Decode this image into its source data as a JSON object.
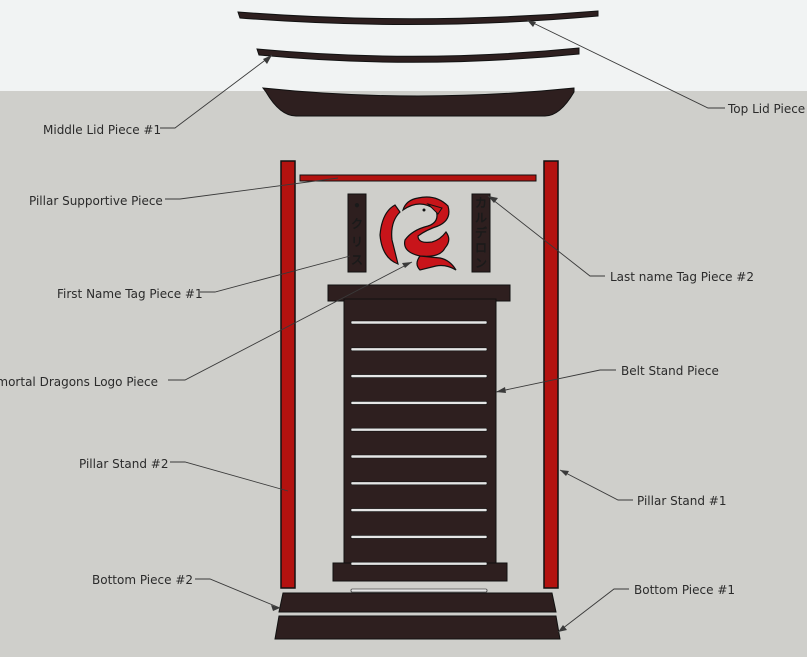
{
  "colors": {
    "sky": "#f1f3f3",
    "ground": "#cfcfcb",
    "wood": "#2e1f1f",
    "red": "#b3120f",
    "leader": "#3a3a3a"
  },
  "labels": {
    "top_lid": "Top Lid Piece",
    "middle_lid": "Middle Lid Piece #1",
    "pillar_support": "Pillar Supportive Piece",
    "first_name_tag": "First Name Tag Piece #1",
    "last_name_tag": "Last name Tag Piece #2",
    "logo": "Immortal Dragons Logo Piece",
    "belt_stand": "Belt Stand Piece",
    "pillar_stand_2": "Pillar Stand #2",
    "pillar_stand_1": "Pillar Stand #1",
    "bottom_2": "Bottom Piece #2",
    "bottom_1": "Bottom Piece #1"
  },
  "tags": {
    "first_name": [
      "•",
      "ク",
      "リ",
      "ス"
    ],
    "last_name": [
      "カ",
      "ル",
      "デ",
      "ロ",
      "ン"
    ]
  },
  "belt_stand": {
    "slot_count": 11
  }
}
